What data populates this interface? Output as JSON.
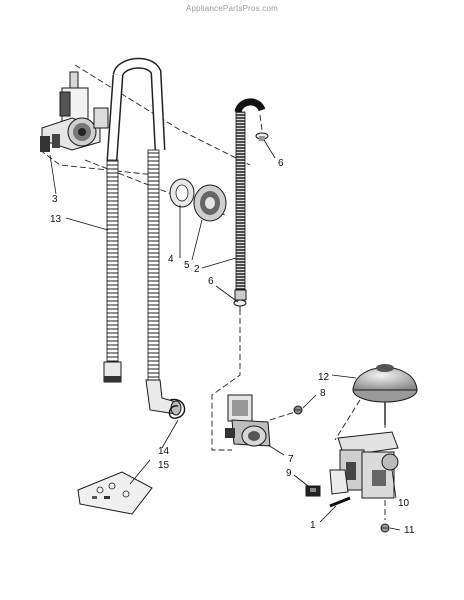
{
  "watermark": "AppliancePartsPros.com",
  "callouts": {
    "c1": "1",
    "c2": "2",
    "c3": "3",
    "c4": "4",
    "c5": "5",
    "c6a": "6",
    "c6b": "6",
    "c7": "7",
    "c8": "8",
    "c9": "9",
    "c10": "10",
    "c11": "11",
    "c12": "12",
    "c13": "13",
    "c14": "14",
    "c15": "15"
  }
}
